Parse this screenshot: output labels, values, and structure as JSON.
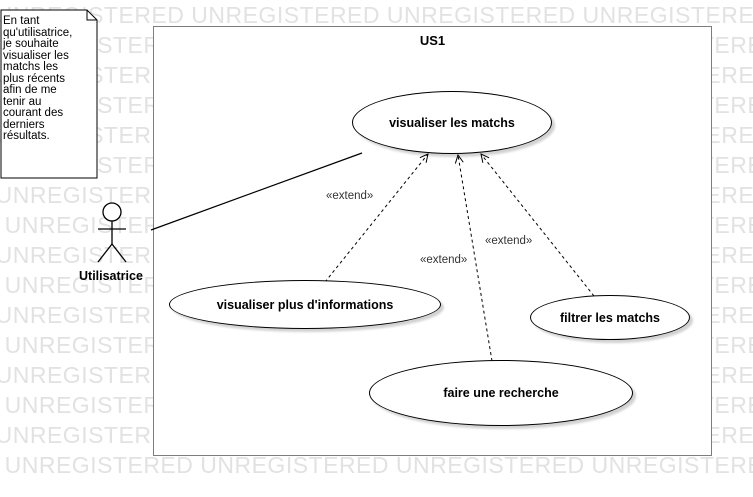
{
  "watermark": {
    "text": "UNREGISTERED",
    "color": "#e2e2e2"
  },
  "system": {
    "title": "US1"
  },
  "note": {
    "text": "En tant\nqu'utilisatrice,\nje souhaite\nvisualiser les\nmatchs les\nplus récents\nafin de me\ntenir au\ncourant des\nderniers\nrésultats."
  },
  "actor": {
    "name": "Utilisatrice"
  },
  "use_cases": {
    "visualiser": "visualiser les matchs",
    "plus_infos": "visualiser plus d'informations",
    "filtrer": "filtrer les matchs",
    "recherche": "faire une recherche"
  },
  "relations": {
    "extend_label": "«extend»"
  }
}
